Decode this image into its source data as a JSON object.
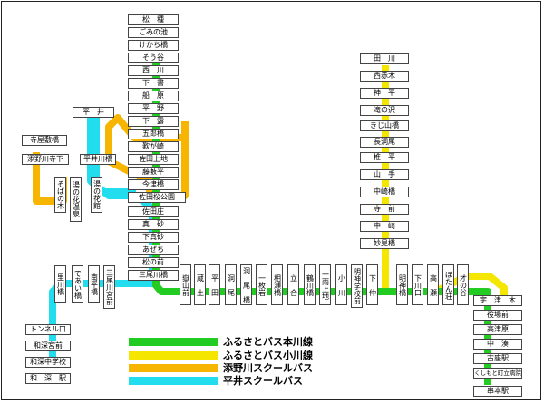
{
  "colors": {
    "honkawa": "#22cc22",
    "ogawa": "#f5e600",
    "sobano": "#f7b500",
    "hirai": "#22ddee"
  },
  "legend": [
    {
      "label": "ふるさとバス本川線",
      "color": "#22cc22"
    },
    {
      "label": "ふるさとバス小川線",
      "color": "#f5e600"
    },
    {
      "label": "添野川スクールバス",
      "color": "#f7b500"
    },
    {
      "label": "平井スクールバス",
      "color": "#22ddee"
    }
  ],
  "stops": {
    "matsunoki": "松　種",
    "gominoike": "ごみの池",
    "kekachibashi": "けかち橋",
    "soudani": "そう谷",
    "nishikawa": "西　川",
    "shimotsuki": "下　書",
    "funahara": "船　原",
    "hirano": "平　野",
    "shimotsuyu": "下　露",
    "gorobashi": "五郎橋",
    "shikagasaki": "歎が崎",
    "sadajojichi": "佐田上地",
    "fujiwara": "藤藪平",
    "imazubashi": "今津橋",
    "sadakoen": "佐田桜公園",
    "sadasho": "佐田庄",
    "makiya": "真　砂",
    "shimomakiya": "下真砂",
    "azechi": "あぜち",
    "matsunomae": "松の前",
    "sannoobashi": "三尾川橋",
    "hirai": "平　井",
    "terahoribashi": "寺屋敷橋",
    "sobanogawaterashita": "添野川寺下",
    "hiraikawabashi": "平井川橋",
    "sobanoki": "そばの木",
    "yunohanaonsen": "湯の花温泉",
    "yunohanakan": "湯の花館",
    "sato_kawabashi": "里川橋",
    "deaibashi": "であい橋",
    "minamihirabashi": "南平橋",
    "sannogawamiya": "三尾川宮前",
    "tunnelguchi": "トンネル口",
    "wafukamiyamae": "和深宮前",
    "wafukachugakko": "和深中学校",
    "wafukaeki": "和　深　駅",
    "kishiyama": "嶽山前",
    "kuradoc": "蔵　土",
    "hira": "平　田",
    "domo": "洞　尾",
    "doume": "洞　尾　橋",
    "ichimaiwa": "一枚岩",
    "aisebashi": "相瀬橋",
    "tachiai": "立　合",
    "tsurukawa": "鶴川橋",
    "ichiuwa": "一雨上地",
    "ogawa": "小　川",
    "meishinkyo": "明神学校前",
    "shimonaka": "下　仲",
    "meishinbashi": "明神橋",
    "shimokawaguchi": "下川口",
    "takase": "高　瀬",
    "botan": "ぼたん荘",
    "tsunotani": "才の谷",
    "tagawa": "田　川",
    "nishiakagi": "西赤木",
    "kamihira": "神　平",
    "takinosawa": "滝の沢",
    "kijiyama": "きじ山橋",
    "nagadobara": "長洞尾",
    "shiihira": "椎　平",
    "yamate": "山　手",
    "nakazakibashi": "中崎橋",
    "teramae": "寺　前",
    "nakazaki": "中　崎",
    "myokenbashi": "妙見橋",
    "utsugi": "宇　津　木",
    "yakubamae": "役場前",
    "takatsuhara": "高津原",
    "naka": "中　湊",
    "kozaeki": "古座駅",
    "kushimotohospital": "くしもと町立病院",
    "kushimotoeki": "串本駅"
  }
}
